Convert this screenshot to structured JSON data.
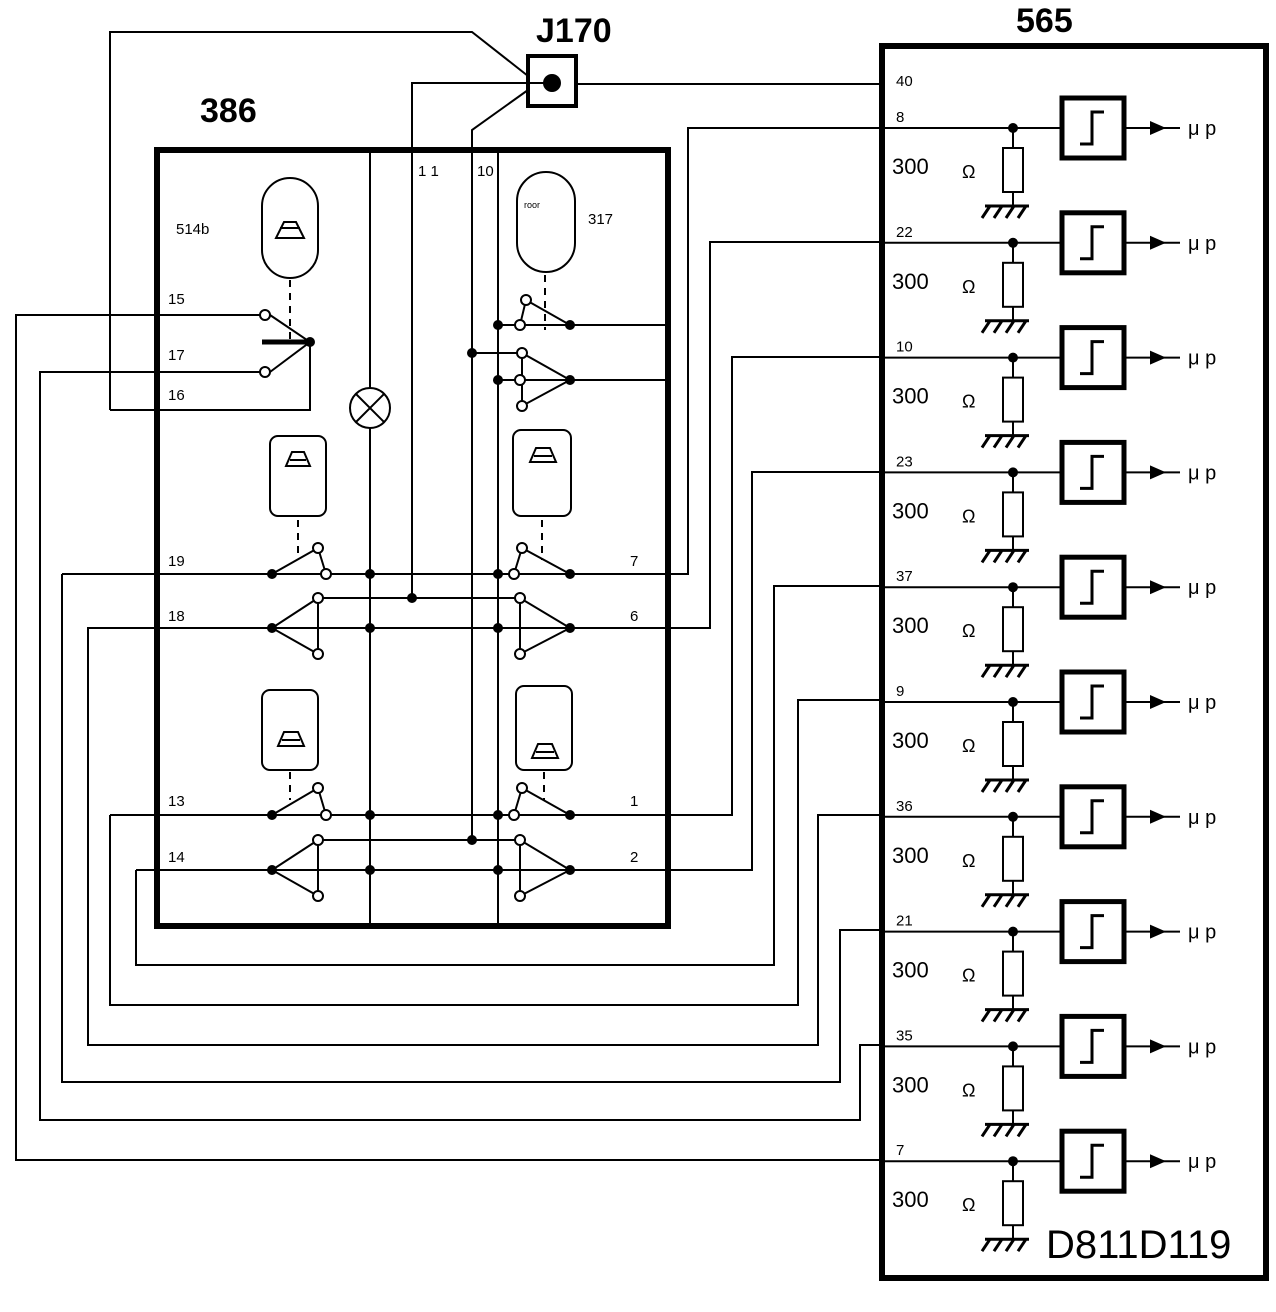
{
  "labels": {
    "connector": "J170",
    "switch_block": "386",
    "control_unit": "565",
    "part_code": "D811D119",
    "sub_a": "514b",
    "sub_b": "317",
    "sub_b_small": "roor",
    "top_pin_left": "1 1",
    "top_pin_right": "10"
  },
  "left_pins": [
    "15",
    "17",
    "16",
    "19",
    "18",
    "13",
    "14"
  ],
  "right_pins": [
    "7",
    "6",
    "1",
    "2"
  ],
  "unit_top_pin": "40",
  "unit_channels": [
    {
      "pin": "8",
      "resistance": "300",
      "unit": "Ω",
      "output": "μ p"
    },
    {
      "pin": "22",
      "resistance": "300",
      "unit": "Ω",
      "output": "μ p"
    },
    {
      "pin": "10",
      "resistance": "300",
      "unit": "Ω",
      "output": "μ p"
    },
    {
      "pin": "23",
      "resistance": "300",
      "unit": "Ω",
      "output": "μ p"
    },
    {
      "pin": "37",
      "resistance": "300",
      "unit": "Ω",
      "output": "μ p"
    },
    {
      "pin": "9",
      "resistance": "300",
      "unit": "Ω",
      "output": "μ p"
    },
    {
      "pin": "36",
      "resistance": "300",
      "unit": "Ω",
      "output": "μ p"
    },
    {
      "pin": "21",
      "resistance": "300",
      "unit": "Ω",
      "output": "μ p"
    },
    {
      "pin": "35",
      "resistance": "300",
      "unit": "Ω",
      "output": "μ p"
    },
    {
      "pin": "7",
      "resistance": "300",
      "unit": "Ω",
      "output": "μ p"
    }
  ]
}
